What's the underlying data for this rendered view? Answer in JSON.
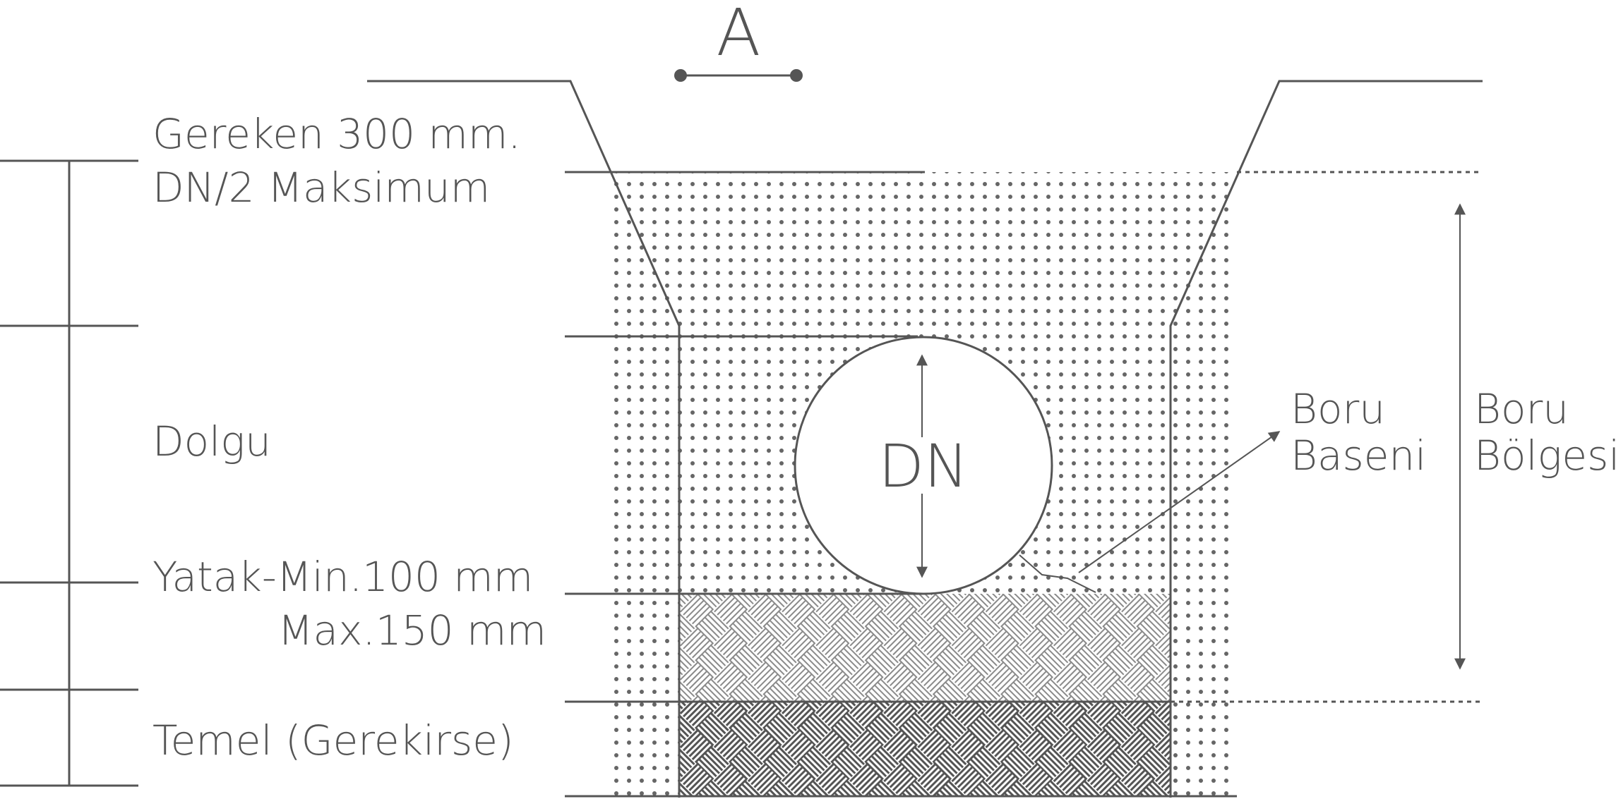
{
  "section_label": "A",
  "labels": {
    "cover_line1": "Gereken 300 mm.",
    "cover_line2": "DN/2 Maksimum",
    "fill": "Dolgu",
    "bed_line1": "Yatak-Min.100 mm",
    "bed_line2": "Max.150 mm",
    "foundation": "Temel (Gerekirse)",
    "haunch_line1": "Boru",
    "haunch_line2": "Baseni",
    "pipe_zone_line1": "Boru",
    "pipe_zone_line2": "Bölgesi",
    "pipe_diameter": "DN"
  },
  "colors": {
    "line": "#555555",
    "text": "#555555",
    "dots": "#666666",
    "bedding_hatch": "#8a8a8a",
    "foundation_hatch": "#555555",
    "background": "#ffffff"
  }
}
